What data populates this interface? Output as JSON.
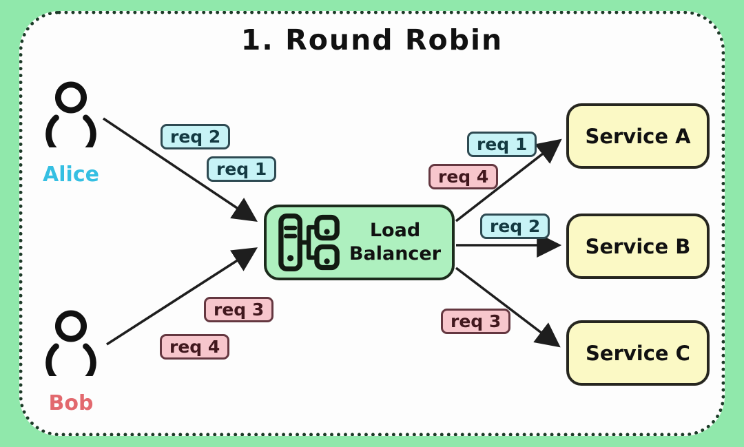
{
  "title": "1. Round Robin",
  "users": [
    {
      "name": "Alice",
      "color": "#35bfe2",
      "icon": "person-icon"
    },
    {
      "name": "Bob",
      "color": "#e2696e",
      "icon": "person-icon"
    }
  ],
  "load_balancer": {
    "label_line1": "Load",
    "label_line2": "Balancer",
    "icon": "server-network-icon",
    "fill": "#aef0bf"
  },
  "services": [
    {
      "label": "Service A"
    },
    {
      "label": "Service B"
    },
    {
      "label": "Service C"
    }
  ],
  "requests": {
    "incoming": [
      {
        "text": "req 2",
        "from": "Alice",
        "color": "cyan"
      },
      {
        "text": "req 1",
        "from": "Alice",
        "color": "cyan"
      },
      {
        "text": "req 3",
        "from": "Bob",
        "color": "pink"
      },
      {
        "text": "req 4",
        "from": "Bob",
        "color": "pink"
      }
    ],
    "outgoing": [
      {
        "text": "req 1",
        "to": "Service A",
        "color": "cyan"
      },
      {
        "text": "req 4",
        "to": "Service A",
        "color": "pink"
      },
      {
        "text": "req 2",
        "to": "Service B",
        "color": "cyan"
      },
      {
        "text": "req 3",
        "to": "Service C",
        "color": "pink"
      }
    ]
  },
  "colors": {
    "background": "#90e8ab",
    "card": "#fdfdfd",
    "dotted_border": "#1d3a28",
    "cyan_label_fill": "#c7f3f6",
    "pink_label_fill": "#f7c6cc",
    "service_fill": "#fbf9c5",
    "load_balancer_fill": "#aef0bf",
    "arrow": "#1e1e1e"
  }
}
